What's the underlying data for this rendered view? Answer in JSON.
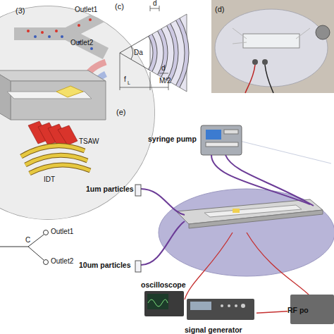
{
  "diagram": {
    "nodes": [
      {
        "text": [
          "syringe pump"
        ]
      },
      {
        "text": [
          "1um particles"
        ]
      },
      {
        "text": [
          "10um particles"
        ]
      },
      {
        "text": [
          "oscilloscope"
        ]
      },
      {
        "text": [
          "signal generator"
        ]
      },
      {
        "text": [
          "RF po"
        ]
      }
    ],
    "edges": [
      {
        "from": 4,
        "to": 5,
        "arrow": "none"
      }
    ],
    "labels": [
      "(3)",
      "Outlet1",
      "Outlet2",
      "TSAW",
      "IDT",
      "(c)",
      "d",
      "Da",
      "f",
      "L",
      "M/2",
      "d",
      "(d)",
      "(e)",
      "C",
      "Outlet1",
      "Outlet2"
    ]
  }
}
